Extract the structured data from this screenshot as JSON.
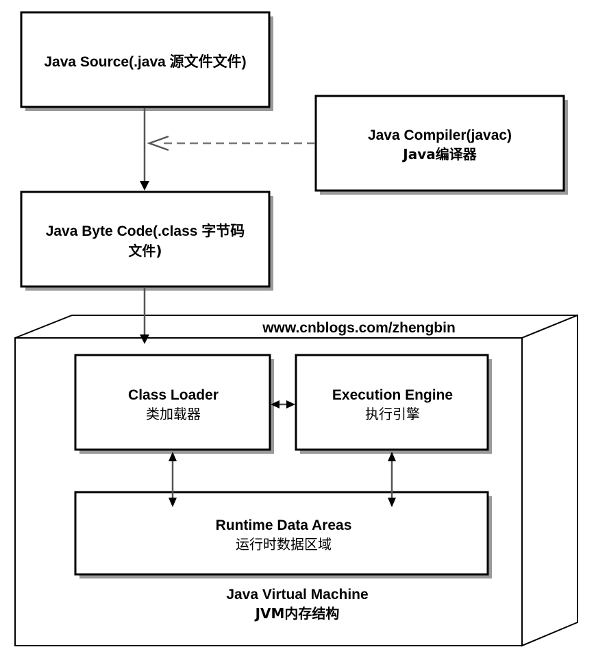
{
  "nodes": {
    "java_source": {
      "label": "Java Source(.java 源文件文件)"
    },
    "java_compiler": {
      "line1": "Java Compiler(javac)",
      "line2": "Java编译器"
    },
    "byte_code": {
      "line1": "Java Byte Code(.class 字节码",
      "line2": "文件)"
    },
    "class_loader": {
      "line1": "Class Loader",
      "line2": "类加载器"
    },
    "execution_engine": {
      "line1": "Execution Engine",
      "line2": "执行引擎"
    },
    "runtime_data_areas": {
      "line1": "Runtime Data Areas",
      "line2": "运行时数据区域"
    }
  },
  "jvm": {
    "watermark": "www.cnblogs.com/zhengbin",
    "line1": "Java Virtual Machine",
    "line2": "JVM内存结构"
  }
}
